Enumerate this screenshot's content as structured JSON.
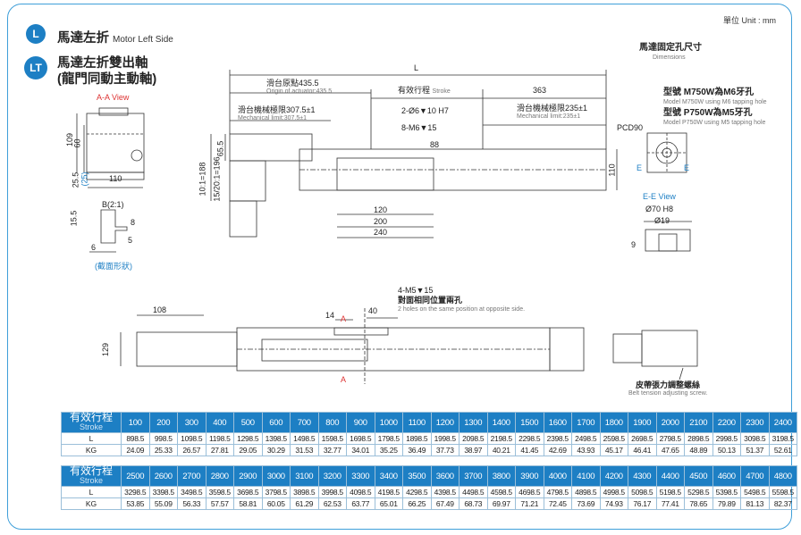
{
  "header": {
    "badge_l": "L",
    "title_l": "馬達左折",
    "title_l_en": "Motor Left Side",
    "badge_lt": "LT",
    "title_lt_1": "馬達左折雙出軸",
    "title_lt_2": "(龍門同動主動軸)",
    "unit": "單位 Unit : mm"
  },
  "dims_block": {
    "title": "馬達固定孔尺寸",
    "sub": "Dimensions"
  },
  "model_notes": {
    "m750w": "型號 M750W為M6牙孔",
    "m750w_en": "Model M750W using M6 tapping hole",
    "p750w": "型號 P750W為M5牙孔",
    "p750w_en": "Model P750W using M5 tapping hole"
  },
  "views": {
    "aa": "A-A View",
    "ee": "E-E View",
    "section": "(截面形狀)",
    "b_label": "B(2:1)"
  },
  "labels": {
    "L": "L",
    "origin": "滑台原點435.5",
    "origin_en": "Origin of actuator:435.5",
    "stroke": "有效行程",
    "stroke_en": "Stroke",
    "dim_363": "363",
    "mech_left": "滑台機械極限307.5±1",
    "mech_left_en": "Mechanical limit:307.5±1",
    "mech_right": "滑台機械極限235±1",
    "mech_right_en": "Mechanical limit:235±1",
    "hole_06": "2-Ø6▼10 H7",
    "hole_m6": "8-M6▼15",
    "d88": "88",
    "d120": "120",
    "d200": "200",
    "d240": "240",
    "ratio1": "10:1=188",
    "ratio2": "15/20:1=196",
    "d65": "65.5",
    "d110v": "110",
    "d109": "109",
    "d60": "60",
    "d25": "25.5",
    "d25b": "(25)",
    "d110h": "110",
    "d155": "15.5",
    "d8": "8",
    "d5": "5",
    "d6": "6",
    "pcd": "PCD90",
    "e": "E",
    "d70": "Ø70 H8",
    "d19": "Ø19",
    "d9": "9",
    "m5": "4-M5▼15",
    "m5_cn": "對面相同位置兩孔",
    "m5_en": "2 holes on the same position at opposite side.",
    "d14": "14",
    "d40": "40",
    "d108": "108",
    "d129": "129",
    "a_mark": "A",
    "belt": "皮帶張力調整螺絲",
    "belt_en": "Belt tension adjusting screw."
  },
  "table1": {
    "label": "有效行程",
    "label_en": "Stroke",
    "strokes": [
      "100",
      "200",
      "300",
      "400",
      "500",
      "600",
      "700",
      "800",
      "900",
      "1000",
      "1100",
      "1200",
      "1300",
      "1400",
      "1500",
      "1600",
      "1700",
      "1800",
      "1900",
      "2000",
      "2100",
      "2200",
      "2300",
      "2400"
    ],
    "L_label": "L",
    "L": [
      "898.5",
      "998.5",
      "1098.5",
      "1198.5",
      "1298.5",
      "1398.5",
      "1498.5",
      "1598.5",
      "1698.5",
      "1798.5",
      "1898.5",
      "1998.5",
      "2098.5",
      "2198.5",
      "2298.5",
      "2398.5",
      "2498.5",
      "2598.5",
      "2698.5",
      "2798.5",
      "2898.5",
      "2998.5",
      "3098.5",
      "3198.5"
    ],
    "KG_label": "KG",
    "KG": [
      "24.09",
      "25.33",
      "26.57",
      "27.81",
      "29.05",
      "30.29",
      "31.53",
      "32.77",
      "34.01",
      "35.25",
      "36.49",
      "37.73",
      "38.97",
      "40.21",
      "41.45",
      "42.69",
      "43.93",
      "45.17",
      "46.41",
      "47.65",
      "48.89",
      "50.13",
      "51.37",
      "52.61"
    ]
  },
  "table2": {
    "label": "有效行程",
    "label_en": "Stroke",
    "strokes": [
      "2500",
      "2600",
      "2700",
      "2800",
      "2900",
      "3000",
      "3100",
      "3200",
      "3300",
      "3400",
      "3500",
      "3600",
      "3700",
      "3800",
      "3900",
      "4000",
      "4100",
      "4200",
      "4300",
      "4400",
      "4500",
      "4600",
      "4700",
      "4800"
    ],
    "L_label": "L",
    "L": [
      "3298.5",
      "3398.5",
      "3498.5",
      "3598.5",
      "3698.5",
      "3798.5",
      "3898.5",
      "3998.5",
      "4098.5",
      "4198.5",
      "4298.5",
      "4398.5",
      "4498.5",
      "4598.5",
      "4698.5",
      "4798.5",
      "4898.5",
      "4998.5",
      "5098.5",
      "5198.5",
      "5298.5",
      "5398.5",
      "5498.5",
      "5598.5"
    ],
    "KG_label": "KG",
    "KG": [
      "53.85",
      "55.09",
      "56.33",
      "57.57",
      "58.81",
      "60.05",
      "61.29",
      "62.53",
      "63.77",
      "65.01",
      "66.25",
      "67.49",
      "68.73",
      "69.97",
      "71.21",
      "72.45",
      "73.69",
      "74.93",
      "76.17",
      "77.41",
      "78.65",
      "79.89",
      "81.13",
      "82.37"
    ]
  }
}
